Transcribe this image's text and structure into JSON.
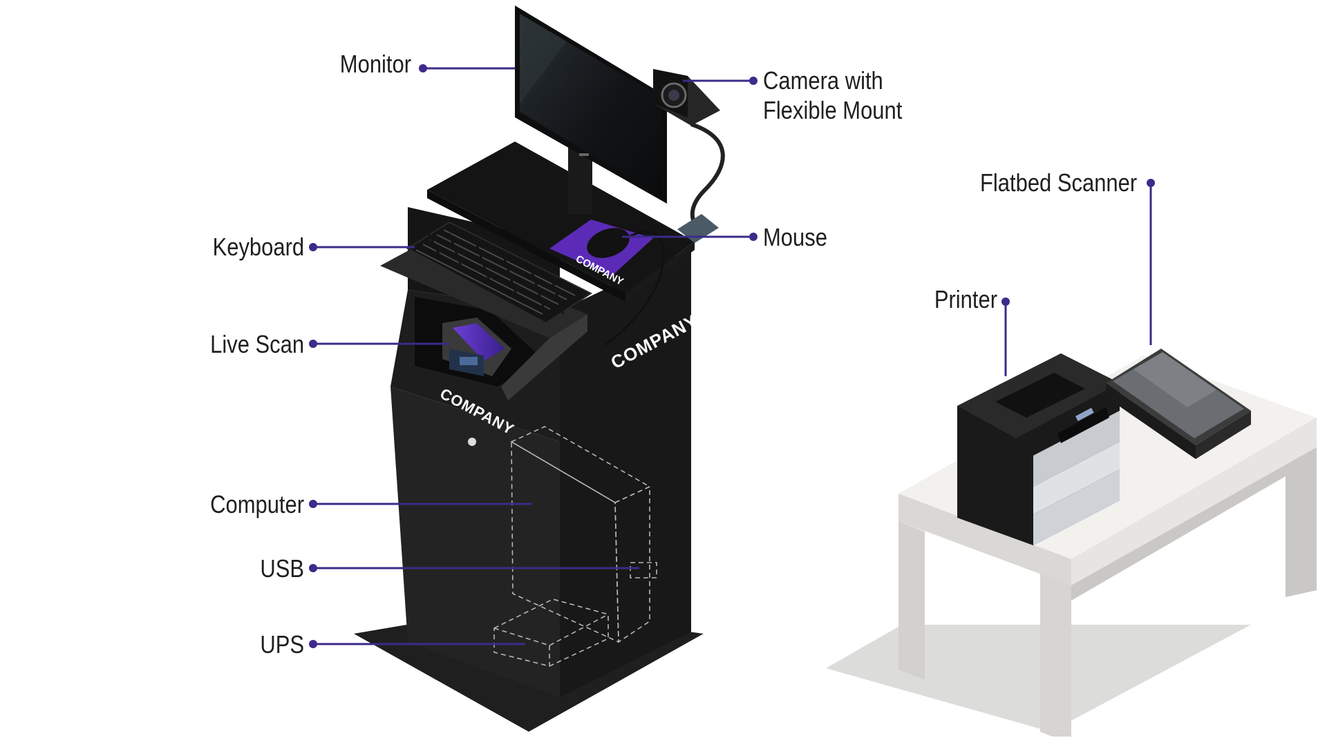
{
  "labels": {
    "monitor": "Monitor",
    "camera_line1": "Camera with",
    "camera_line2": "Flexible Mount",
    "keyboard": "Keyboard",
    "mouse": "Mouse",
    "live_scan": "Live Scan",
    "computer": "Computer",
    "usb": "USB",
    "ups": "UPS",
    "flatbed_scanner": "Flatbed Scanner",
    "printer": "Printer"
  },
  "brand": {
    "mousepad_text": "COMPANY",
    "kiosk_side_text": "COMPANY",
    "kiosk_front_text": "COMPANY"
  },
  "colors": {
    "leader": "#3d2a8a",
    "kiosk": "#1c1c1c",
    "accent_purple": "#5b2bb8",
    "desk": "#e9e8e4"
  }
}
